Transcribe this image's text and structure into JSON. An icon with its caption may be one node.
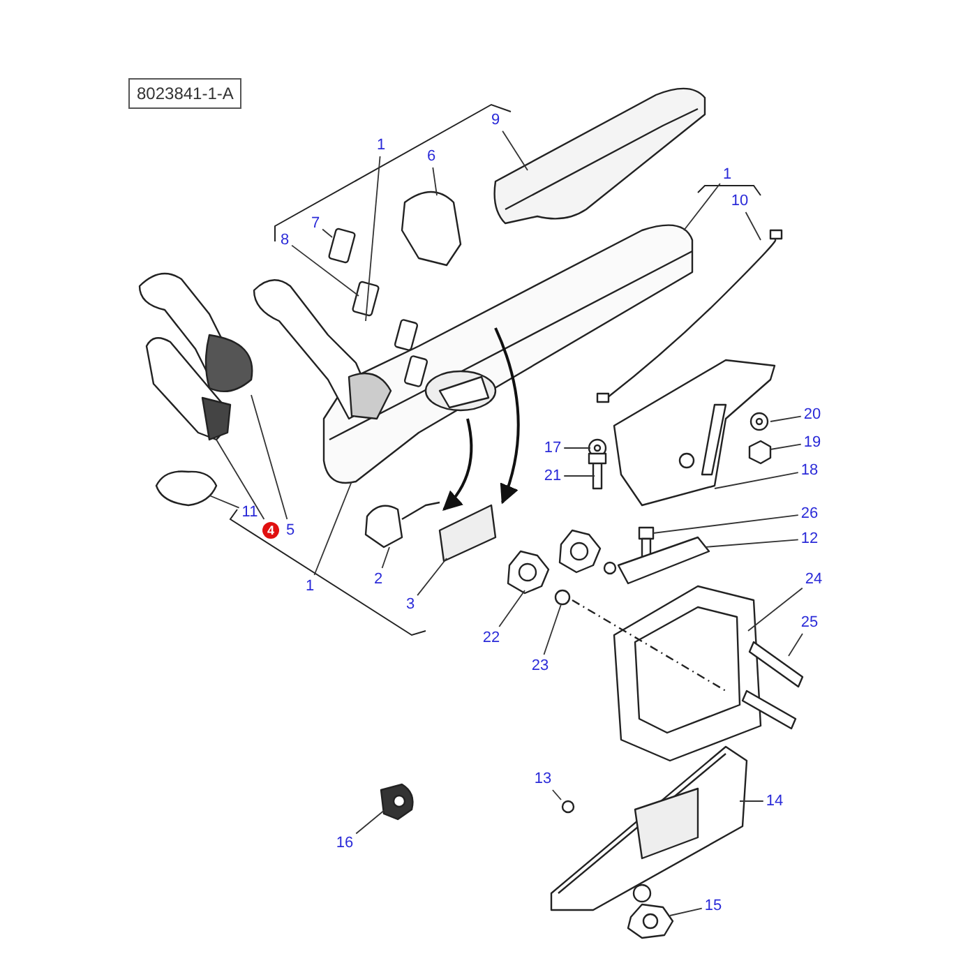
{
  "diagram": {
    "nodes": [
      {
        "text": [
          "8023841-1-A"
        ]
      },
      {
        "text": [
          "1"
        ]
      },
      {
        "text": [
          "9"
        ]
      },
      {
        "text": [
          "6"
        ]
      },
      {
        "text": [
          "1"
        ]
      },
      {
        "text": [
          "10"
        ]
      },
      {
        "text": [
          "7"
        ]
      },
      {
        "text": [
          "8"
        ]
      },
      {
        "text": [
          "20"
        ]
      },
      {
        "text": [
          "19"
        ]
      },
      {
        "text": [
          "17"
        ]
      },
      {
        "text": [
          "21"
        ]
      },
      {
        "text": [
          "18"
        ]
      },
      {
        "text": [
          "11"
        ]
      },
      {
        "text": [
          "4"
        ]
      },
      {
        "text": [
          "5"
        ]
      },
      {
        "text": [
          "26"
        ]
      },
      {
        "text": [
          "12"
        ]
      },
      {
        "text": [
          "2"
        ]
      },
      {
        "text": [
          "24"
        ]
      },
      {
        "text": [
          "1"
        ]
      },
      {
        "text": [
          "3"
        ]
      },
      {
        "text": [
          "25"
        ]
      },
      {
        "text": [
          "22"
        ]
      },
      {
        "text": [
          "23"
        ]
      },
      {
        "text": [
          "13"
        ]
      },
      {
        "text": [
          "14"
        ]
      },
      {
        "text": [
          "16"
        ]
      },
      {
        "text": [
          "15"
        ]
      }
    ],
    "edges": [
      {
        "from": 1,
        "to": null,
        "arrow": "none"
      },
      {
        "from": 2,
        "to": null,
        "arrow": "none"
      },
      {
        "from": 3,
        "to": null,
        "arrow": "none"
      },
      {
        "from": 4,
        "to": null,
        "arrow": "none"
      },
      {
        "from": 5,
        "to": null,
        "arrow": "none"
      },
      {
        "from": 6,
        "to": null,
        "arrow": "none"
      },
      {
        "from": 7,
        "to": null,
        "arrow": "none"
      },
      {
        "from": 8,
        "to": null,
        "arrow": "none"
      },
      {
        "from": 9,
        "to": null,
        "arrow": "none"
      },
      {
        "from": 10,
        "to": null,
        "arrow": "none"
      },
      {
        "from": 11,
        "to": null,
        "arrow": "none"
      },
      {
        "from": 12,
        "to": null,
        "arrow": "none"
      },
      {
        "from": 13,
        "to": null,
        "arrow": "none"
      },
      {
        "from": 14,
        "to": null,
        "arrow": "none"
      },
      {
        "from": 15,
        "to": null,
        "arrow": "none"
      },
      {
        "from": 16,
        "to": null,
        "arrow": "none"
      },
      {
        "from": 17,
        "to": null,
        "arrow": "none"
      },
      {
        "from": 18,
        "to": null,
        "arrow": "none"
      },
      {
        "from": 19,
        "to": null,
        "arrow": "none"
      },
      {
        "from": 20,
        "to": null,
        "arrow": "none"
      },
      {
        "from": 21,
        "to": null,
        "arrow": "none"
      },
      {
        "from": 22,
        "to": null,
        "arrow": "none"
      },
      {
        "from": 23,
        "to": null,
        "arrow": "none"
      },
      {
        "from": 24,
        "to": null,
        "arrow": "none"
      },
      {
        "from": 25,
        "to": null,
        "arrow": "none"
      },
      {
        "from": 26,
        "to": null,
        "arrow": "none"
      },
      {
        "from": 27,
        "to": null,
        "arrow": "none"
      },
      {
        "from": 28,
        "to": null,
        "arrow": "none"
      }
    ]
  }
}
